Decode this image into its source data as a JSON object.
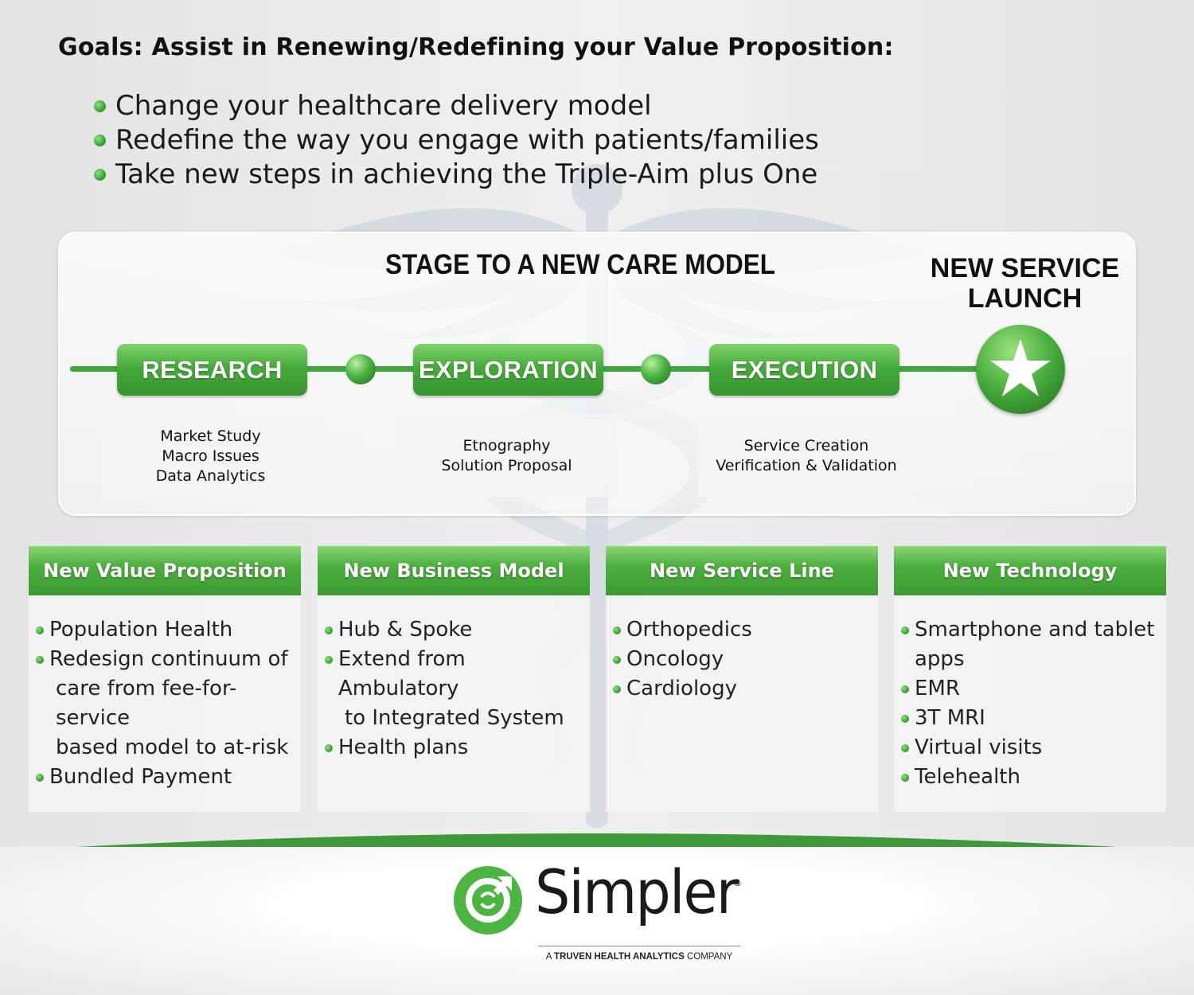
{
  "goals": {
    "title": "Goals: Assist in Renewing/Redefining your Value Proposition:",
    "items": [
      "Change your healthcare delivery model",
      "Redefine the way you engage with patients/families",
      "Take new steps in achieving the Triple-Aim plus One"
    ]
  },
  "stage": {
    "title": "STAGE TO A NEW CARE MODEL",
    "launch_label": [
      "NEW SERVICE",
      "LAUNCH"
    ],
    "steps": [
      {
        "label": "RESEARCH",
        "details": [
          "Market Study",
          "Macro Issues",
          "Data Analytics"
        ]
      },
      {
        "label": "EXPLORATION",
        "details": [
          "Etnography",
          "Solution Proposal"
        ]
      },
      {
        "label": "EXECUTION",
        "details": [
          "Service Creation",
          "Verification & Validation"
        ]
      }
    ]
  },
  "cards": [
    {
      "header": "New Value Proposition",
      "items": [
        [
          "Population Health"
        ],
        [
          "Redesign continuum of",
          "care from fee-for-service",
          "based model to at-risk"
        ],
        [
          "Bundled Payment"
        ]
      ]
    },
    {
      "header": "New Business Model",
      "items": [
        [
          "Hub & Spoke"
        ],
        [
          "Extend from Ambulatory",
          "to Integrated System"
        ],
        [
          "Health plans"
        ]
      ]
    },
    {
      "header": "New Service Line",
      "items": [
        [
          "Orthopedics"
        ],
        [
          "Oncology"
        ],
        [
          "Cardiology"
        ]
      ]
    },
    {
      "header": "New Technology",
      "items": [
        [
          "Smartphone and tablet",
          "apps"
        ],
        [
          "EMR"
        ],
        [
          "3T MRI"
        ],
        [
          "Virtual visits"
        ],
        [
          "Telehealth"
        ]
      ]
    }
  ],
  "footer": {
    "brand": "Simpler",
    "registered": "®",
    "tagline_prefix": "A ",
    "tagline_bold": "TRUVEN HEALTH ANALYTICS",
    "tagline_suffix": " COMPANY"
  },
  "colors": {
    "accent_green": "#3ea83a",
    "dark_green": "#236d20",
    "caduceus": "#c6d0d9",
    "text": "#111111"
  },
  "icons": [
    "caduceus-watermark",
    "star-icon",
    "simpler-logo-icon"
  ]
}
